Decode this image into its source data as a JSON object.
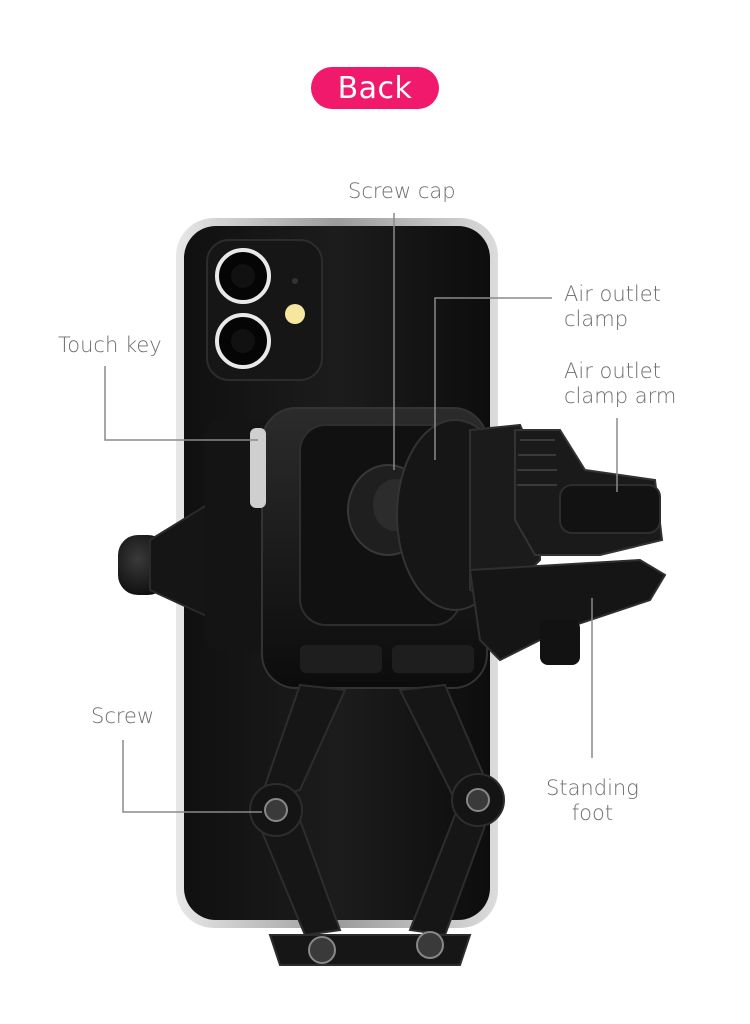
{
  "header": {
    "title": "Back"
  },
  "callouts": {
    "screw_cap": "Screw cap",
    "air_outlet_clamp": "Air outlet\nclamp",
    "air_outlet_clamp_arm": "Air outlet\nclamp arm",
    "touch_key": "Touch key",
    "screw": "Screw",
    "standing_foot": "Standing\nfoot"
  },
  "colors": {
    "accent": "#f0196b",
    "label_text": "#6d6d6d",
    "leader_line": "#8a8a8a"
  }
}
